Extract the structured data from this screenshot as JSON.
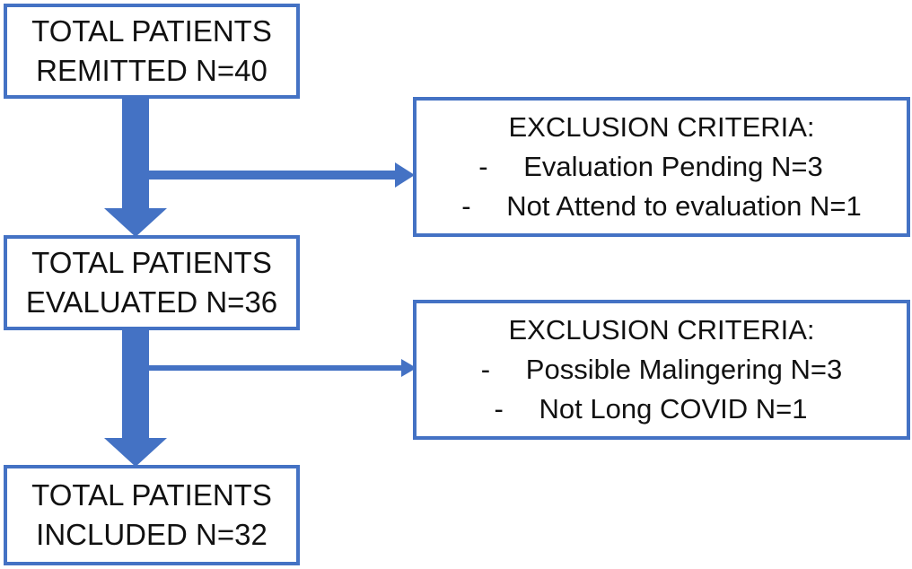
{
  "colors": {
    "accent": "#4472C4",
    "text": "#111111",
    "background": "#ffffff"
  },
  "steps": [
    {
      "line1": "TOTAL PATIENTS",
      "line2": "REMITTED N=40"
    },
    {
      "line1": "TOTAL PATIENTS",
      "line2": "EVALUATED N=36"
    },
    {
      "line1": "TOTAL PATIENTS",
      "line2": "INCLUDED N=32"
    }
  ],
  "exclusions": [
    {
      "title": "EXCLUSION CRITERIA:",
      "items": [
        {
          "bullet": "-",
          "text": "Evaluation Pending N=3"
        },
        {
          "bullet": "-",
          "text": "Not Attend to evaluation N=1"
        }
      ]
    },
    {
      "title": "EXCLUSION CRITERIA:",
      "items": [
        {
          "bullet": "-",
          "text": "Possible Malingering N=3"
        },
        {
          "bullet": "-",
          "text": "Not Long COVID N=1"
        }
      ]
    }
  ]
}
